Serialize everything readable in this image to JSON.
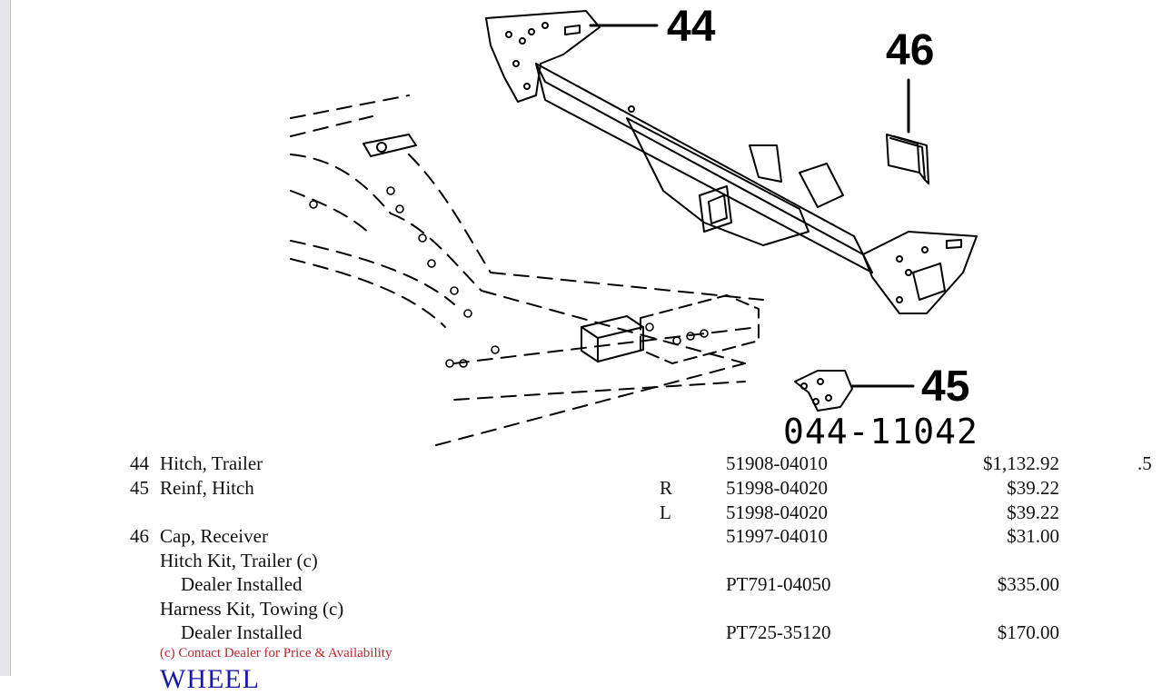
{
  "diagram": {
    "callouts": [
      "44",
      "45",
      "46"
    ],
    "illustration_code": "044-11042"
  },
  "parts": [
    {
      "num": "44",
      "desc": "Hitch, Trailer",
      "side": "",
      "part_no": "51908-04010",
      "price": "$1,132.92",
      "qty": ".5"
    },
    {
      "num": "45",
      "desc": "Reinf, Hitch",
      "side": "R",
      "part_no": "51998-04020",
      "price": "$39.22",
      "qty": ""
    },
    {
      "num": "",
      "desc": "",
      "side": "L",
      "part_no": "51998-04020",
      "price": "$39.22",
      "qty": ""
    },
    {
      "num": "46",
      "desc": "Cap, Receiver",
      "side": "",
      "part_no": "51997-04010",
      "price": "$31.00",
      "qty": ""
    },
    {
      "num": "",
      "desc": "Hitch Kit, Trailer (c)",
      "side": "",
      "part_no": "",
      "price": "",
      "qty": ""
    },
    {
      "num": "",
      "desc": "Dealer Installed",
      "side": "",
      "part_no": "PT791-04050",
      "price": "$335.00",
      "qty": ""
    },
    {
      "num": "",
      "desc": "Harness Kit, Towing (c)",
      "side": "",
      "part_no": "",
      "price": "",
      "qty": ""
    },
    {
      "num": "",
      "desc": "Dealer Installed",
      "side": "",
      "part_no": "PT725-35120",
      "price": "$170.00",
      "qty": ""
    }
  ],
  "footnote": "(c) Contact Dealer for Price & Availability",
  "next_section_heading": "WHEEL"
}
